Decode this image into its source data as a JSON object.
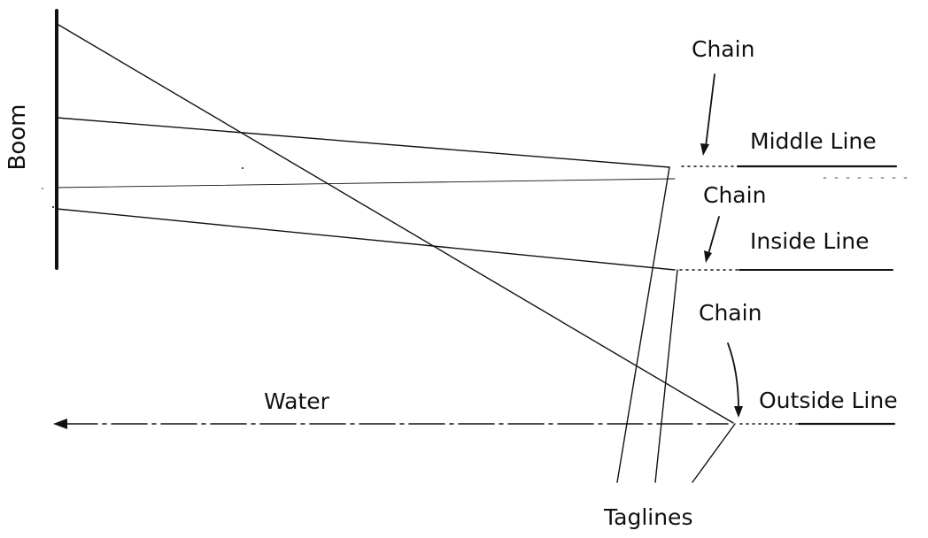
{
  "labels": {
    "boom": "Boom",
    "chain_1": "Chain",
    "middle_line": "Middle Line",
    "chain_2": "Chain",
    "inside_line": "Inside Line",
    "chain_3": "Chain",
    "outside_line": "Outside Line",
    "water": "Water",
    "taglines": "Taglines"
  },
  "colors": {
    "ink": "#111111",
    "background": "#ffffff"
  }
}
